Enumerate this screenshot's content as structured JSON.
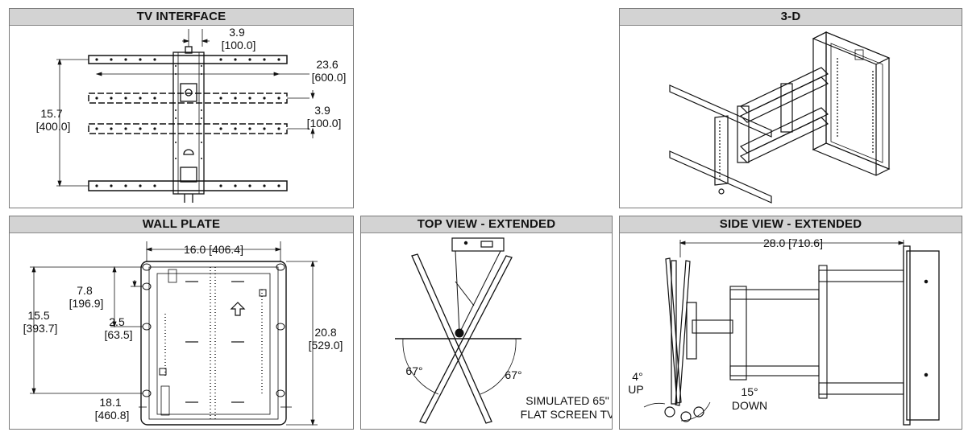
{
  "panels": {
    "tv_interface": {
      "title": "TV INTERFACE",
      "dim_top_in": "3.9",
      "dim_top_mm": "[100.0]",
      "dim_width_in": "23.6",
      "dim_width_mm": "[600.0]",
      "dim_right_in": "3.9",
      "dim_right_mm": "[100.0]",
      "dim_height_in": "15.7",
      "dim_height_mm": "[400.0]"
    },
    "three_d": {
      "title": "3-D"
    },
    "wall_plate": {
      "title": "WALL PLATE",
      "dim_width": "16.0 [406.4]",
      "dim_a_in": "7.8",
      "dim_a_mm": "[196.9]",
      "dim_b_in": "2.5",
      "dim_b_mm": "[63.5]",
      "dim_c_in": "15.5",
      "dim_c_mm": "[393.7]",
      "dim_d_in": "20.8",
      "dim_d_mm": "[529.0]",
      "dim_e_in": "18.1",
      "dim_e_mm": "[460.8]"
    },
    "top_view": {
      "title": "TOP VIEW - EXTENDED",
      "angle_left": "67°",
      "angle_right": "67°",
      "note_line1": "SIMULATED 65\"",
      "note_line2": "FLAT SCREEN TV"
    },
    "side_view": {
      "title": "SIDE VIEW - EXTENDED",
      "dim_extension": "28.0 [710.6]",
      "tilt_up_value": "4°",
      "tilt_up_label": "UP",
      "tilt_down_value": "15°",
      "tilt_down_label": "DOWN"
    }
  }
}
